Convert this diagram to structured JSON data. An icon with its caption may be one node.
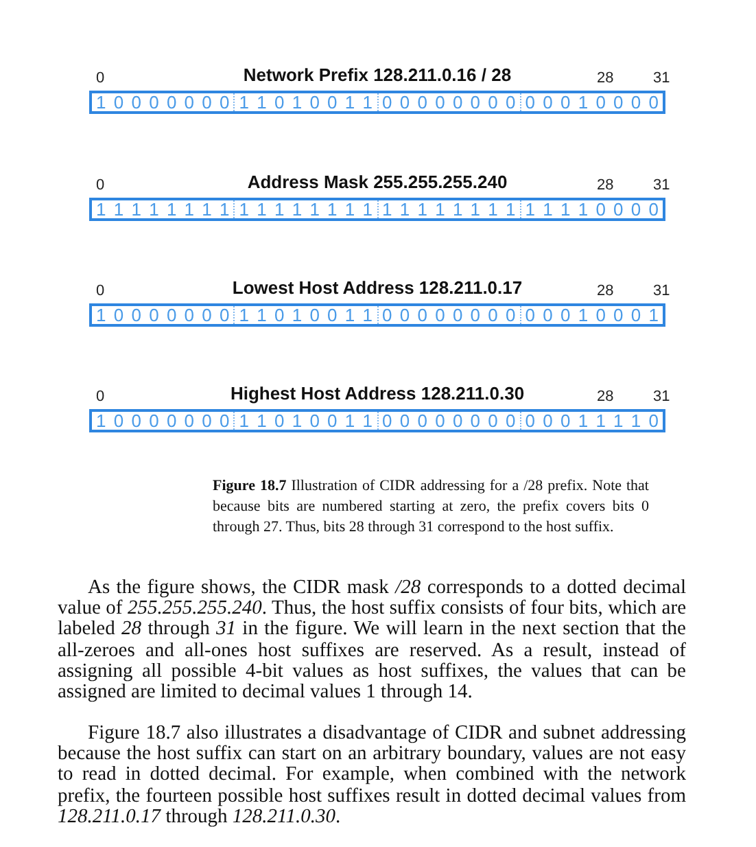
{
  "diagram": {
    "caption": "**Figure 18.7** Illustration of CIDR addressing for a /28 prefix.  Note that because bits are numbered starting at zero, the prefix covers bits 0 through 27.  Thus, bits 28 through 31 correspond to the host suffix.",
    "nodes": [
      {
        "text": [
          "Network Prefix 128.211.0.16 / 28",
          "1 0 0 0 0 0 0 0",
          "1 1 0 1 0 0 1 1",
          "0 0 0 0 0 0 0 0",
          "0 0 0 1 0 0 0 0"
        ],
        "beside": [
          "0",
          "28",
          "31"
        ]
      },
      {
        "text": [
          "Address Mask 255.255.255.240",
          "1 1 1 1 1 1 1 1",
          "1 1 1 1 1 1 1 1",
          "1 1 1 1 1 1 1 1",
          "1 1 1 1 0 0 0 0"
        ],
        "beside": [
          "0",
          "28",
          "31"
        ]
      },
      {
        "text": [
          "Lowest Host Address 128.211.0.17",
          "1 0 0 0 0 0 0 0",
          "1 1 0 1 0 0 1 1",
          "0 0 0 0 0 0 0 0",
          "0 0 0 1 0 0 0 1"
        ],
        "beside": [
          "0",
          "28",
          "31"
        ]
      },
      {
        "text": [
          "Highest Host Address 128.211.0.30",
          "1 0 0 0 0 0 0 0",
          "1 1 0 1 0 0 1 1",
          "0 0 0 0 0 0 0 0",
          "0 0 0 1 1 1 1 0"
        ],
        "beside": [
          "0",
          "28",
          "31"
        ]
      }
    ],
    "labels": [
      "As the figure shows, the CIDR mask */28* corresponds to a dotted decimal value of *255.255.255.240*.  Thus, the host suffix consists of four bits, which are labeled *28* through *31* in the figure.  We will learn in the next section that the all-zeroes and all-ones host suffixes are reserved.  As a result, instead of assigning all possible 4-bit values as host suffixes, the values that can be assigned are limited to decimal values 1 through 14.",
      "Figure 18.7 also illustrates a disadvantage of CIDR and subnet addressing  because the host suffix can start on an arbitrary boundary, values are not easy to read in dotted decimal.  For example, when combined with the network prefix, the fourteen possible host suffixes result in dotted decimal values from *128.211.0.17* through *128.211.0.30*."
    ]
  }
}
